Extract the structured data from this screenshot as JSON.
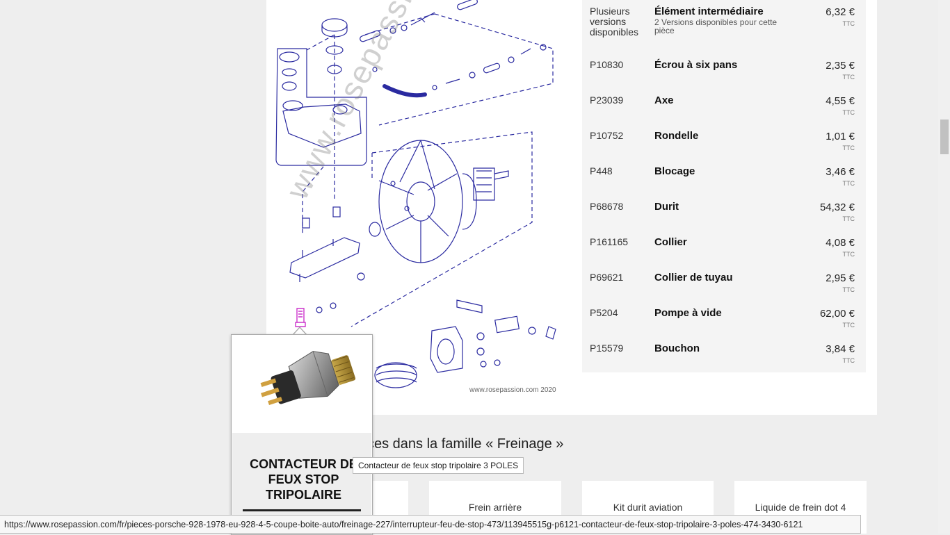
{
  "parts": [
    {
      "ref": "Plusieurs versions disponibles",
      "name": "Élément intermédiaire",
      "sub": "2 Versions disponibles pour cette pièce",
      "price": "6,32 €",
      "ttc": "TTC"
    },
    {
      "ref": "P10830",
      "name": "Écrou à six pans",
      "sub": "",
      "price": "2,35 €",
      "ttc": "TTC"
    },
    {
      "ref": "P23039",
      "name": "Axe",
      "sub": "",
      "price": "4,55 €",
      "ttc": "TTC"
    },
    {
      "ref": "P10752",
      "name": "Rondelle",
      "sub": "",
      "price": "1,01 €",
      "ttc": "TTC"
    },
    {
      "ref": "P448",
      "name": "Blocage",
      "sub": "",
      "price": "3,46 €",
      "ttc": "TTC"
    },
    {
      "ref": "P68678",
      "name": "Durit",
      "sub": "",
      "price": "54,32 €",
      "ttc": "TTC"
    },
    {
      "ref": "P161165",
      "name": "Collier",
      "sub": "",
      "price": "4,08 €",
      "ttc": "TTC"
    },
    {
      "ref": "P69621",
      "name": "Collier de tuyau",
      "sub": "",
      "price": "2,95 €",
      "ttc": "TTC"
    },
    {
      "ref": "P5204",
      "name": "Pompe à vide",
      "sub": "",
      "price": "62,00 €",
      "ttc": "TTC"
    },
    {
      "ref": "P15579",
      "name": "Bouchon",
      "sub": "",
      "price": "3,84 €",
      "ttc": "TTC"
    }
  ],
  "diagram": {
    "watermark": "www.rosepassion.com",
    "copyright": "www.rosepassion.com 2020"
  },
  "family_section": {
    "heading_visible": "ces dans la famille « Freinage »",
    "products": [
      "Frein arrière",
      "Kit durit aviation",
      "Liquide de frein dot 4"
    ]
  },
  "popup": {
    "title": "CONTACTEUR DE FEUX STOP TRIPOLAIRE",
    "tooltip": "Contacteur de feux stop tripolaire 3 POLES"
  },
  "statusbar": {
    "url": "https://www.rosepassion.com/fr/pieces-porsche-928-1978-eu-928-4-5-coupe-boite-auto/freinage-227/interrupteur-feu-de-stop-473/113945515g-p6121-contacteur-de-feux-stop-tripolaire-3-poles-474-3430-6121"
  },
  "colors": {
    "line_art": "#2a2aa0",
    "highlight_part": "#cc33cc",
    "page_bg": "#eeeeee"
  }
}
